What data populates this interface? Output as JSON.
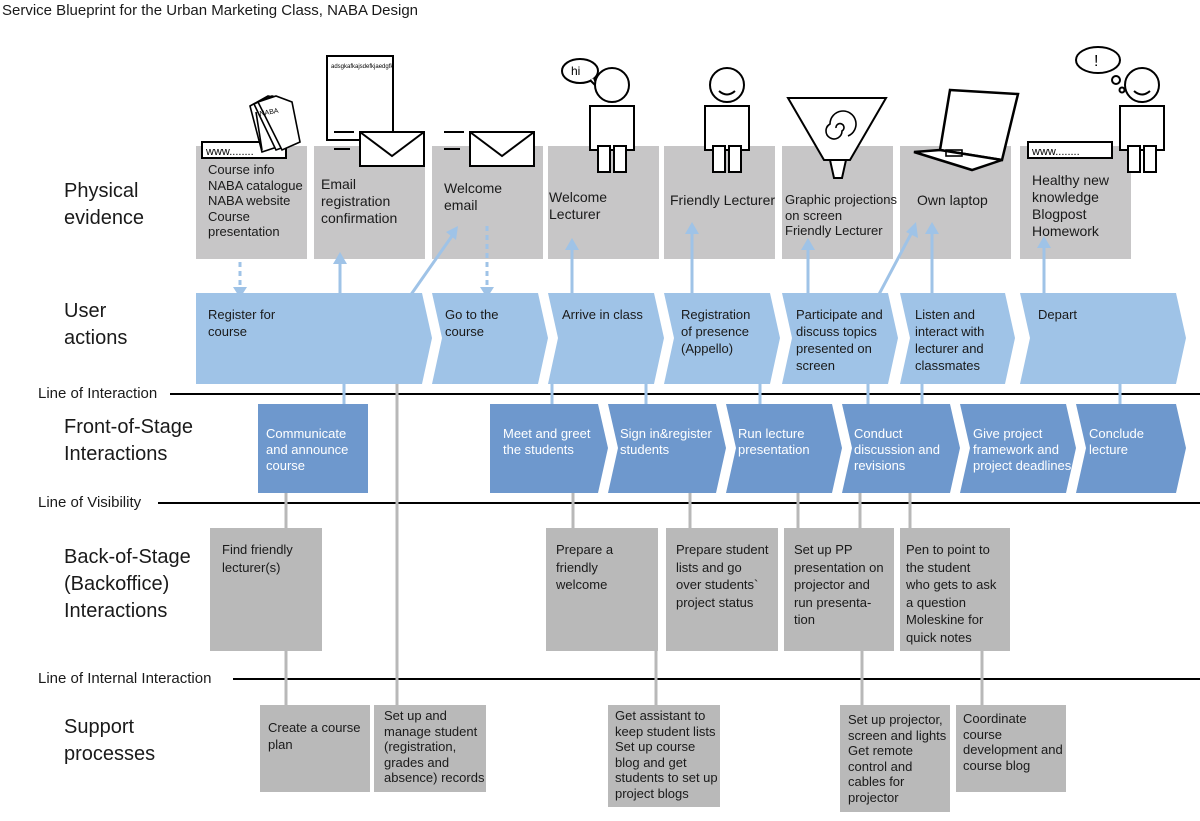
{
  "title": "Service Blueprint for the Urban Marketing Class, NABA Design",
  "lanes": {
    "physical": "Physical\nevidence",
    "user": "User\nactions",
    "front": "Front-of-Stage\nInteractions",
    "back": "Back-of-Stage\n(Backoffice)\nInteractions",
    "support": "Support\nprocesses"
  },
  "lines": {
    "interaction": "Line of Interaction",
    "visibility": "Line of Visibility",
    "internal": "Line of Internal Interaction"
  },
  "physical_evidence": [
    "Course info\nNABA catalogue\nNABA website\nCourse\npresentation",
    "Email\nregistration\nconfirmation",
    "Welcome\nemail",
    "Welcome Lecturer",
    "Friendly Lecturer",
    "Graphic projections\non screen\nFriendly Lecturer",
    "Own laptop",
    "Healthy new\nknowledge\nBlogpost\nHomework"
  ],
  "user_actions": [
    "Register for\ncourse",
    "Go to the\ncourse",
    "Arrive in class",
    "Registration\nof presence\n(Appello)",
    "Participate and\ndiscuss topics\npresented on\nscreen",
    "Listen and\ninteract with\nlecturer and\nclassmates",
    "Depart"
  ],
  "front_stage": [
    "Communicate\nand announce\ncourse",
    "Meet and greet\nthe students",
    "Sign in&register\nstudents",
    "Run lecture\npresentation",
    "Conduct\ndiscussion and\nrevisions",
    "Give project\nframework and\nproject deadlines",
    "Conclude\nlecture"
  ],
  "back_stage": [
    "Find friendly\nlecturer(s)",
    "Prepare a\nfriendly\nwelcome",
    "Prepare student\nlists and go\nover students`\nproject status",
    "Set up PP\npresentation on\nprojector and\nrun presenta-\ntion",
    "Pen to point to\nthe student\nwho gets to ask\na question\nMoleskine for\nquick notes"
  ],
  "support": [
    "Create a course\nplan",
    "Set up and\nmanage student\n(registration,\ngrades and\nabsence) records",
    "Get assistant to\nkeep student lists\nSet up course\nblog and get\nstudents to set up\nproject blogs",
    "Set up projector,\nscreen and lights\nGet remote\ncontrol and\ncables for\nprojector",
    "Coordinate\ncourse\ndevelopment and\ncourse blog"
  ],
  "illustrations": {
    "www_text": "www........",
    "brochure_text": "NABA",
    "letter_text": "adsgkafkajsdefkjaedgfk",
    "speech_hi": "hi",
    "thought_mark": "!"
  },
  "colors": {
    "user_action": "#9fc3e7",
    "front_stage": "#6e98cd",
    "physical_box": "#c7c6c7",
    "back_box": "#b9b9b9",
    "connector": "#9fc3e7",
    "connector_gray": "#b8b8b8"
  },
  "icons": [
    "browser-icon",
    "brochure-icon",
    "letter-icon",
    "envelope-icon",
    "person-icon",
    "projector-icon",
    "laptop-icon"
  ]
}
